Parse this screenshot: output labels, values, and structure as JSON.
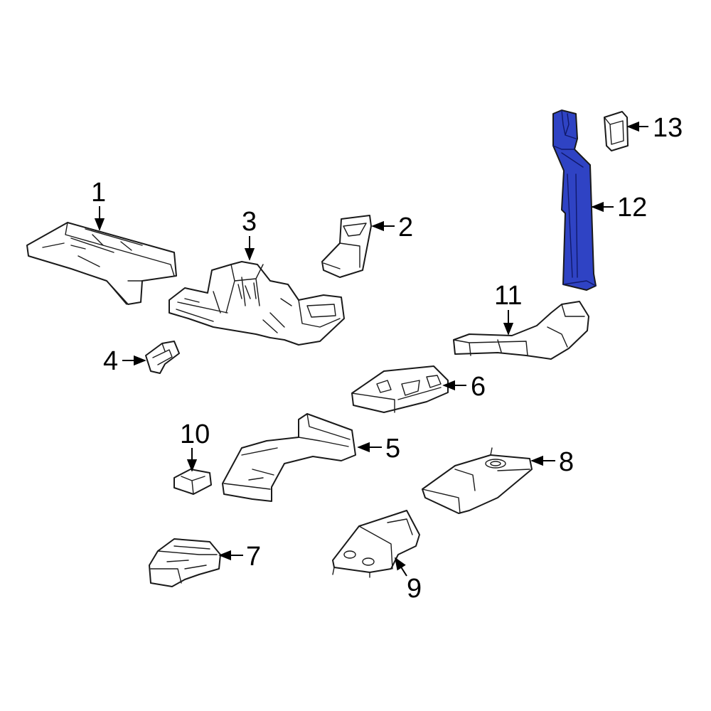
{
  "diagram": {
    "highlight_color": "#2f43c4",
    "highlighted_part": "12",
    "callouts": [
      {
        "id": "1",
        "label": "1"
      },
      {
        "id": "2",
        "label": "2"
      },
      {
        "id": "3",
        "label": "3"
      },
      {
        "id": "4",
        "label": "4"
      },
      {
        "id": "5",
        "label": "5"
      },
      {
        "id": "6",
        "label": "6"
      },
      {
        "id": "7",
        "label": "7"
      },
      {
        "id": "8",
        "label": "8"
      },
      {
        "id": "9",
        "label": "9"
      },
      {
        "id": "10",
        "label": "10"
      },
      {
        "id": "11",
        "label": "11"
      },
      {
        "id": "12",
        "label": "12"
      },
      {
        "id": "13",
        "label": "13"
      }
    ]
  }
}
